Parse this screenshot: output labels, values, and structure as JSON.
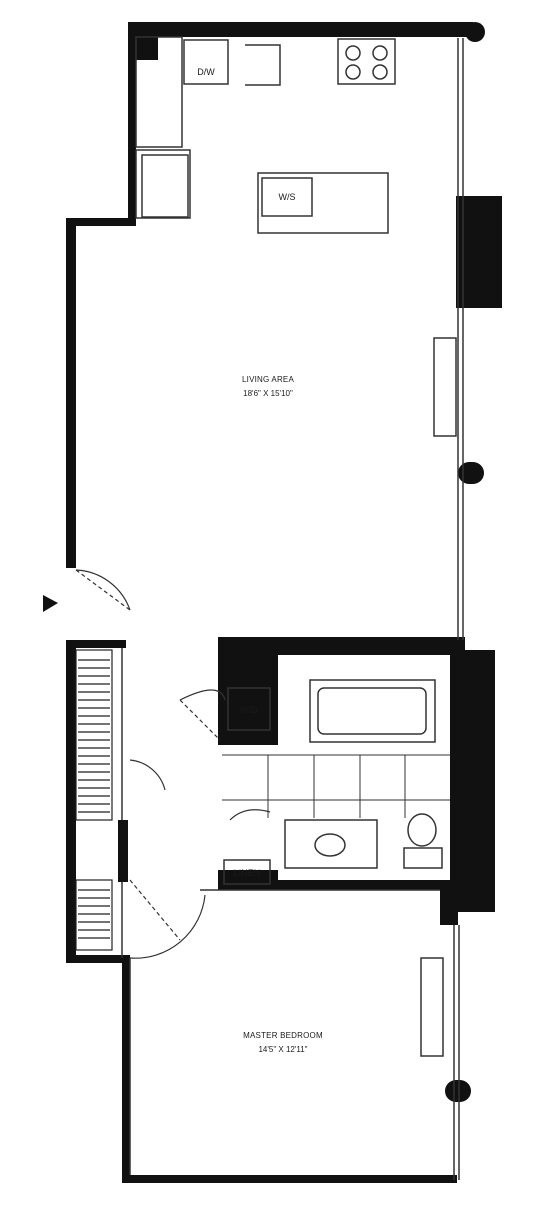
{
  "rooms": {
    "living": {
      "name": "LIVING AREA",
      "dims": "18'6\" X 15'10\""
    },
    "bedroom": {
      "name": "MASTER BEDROOM",
      "dims": "14'5\" X 12'11\""
    }
  },
  "fixtures": {
    "dishwasher": "D/W",
    "washer_sink": "W/S",
    "washer_dryer": "W/D",
    "linen": "LINEN"
  },
  "colors": {
    "wall": "#111111",
    "line": "#333333",
    "paper": "#ffffff"
  }
}
